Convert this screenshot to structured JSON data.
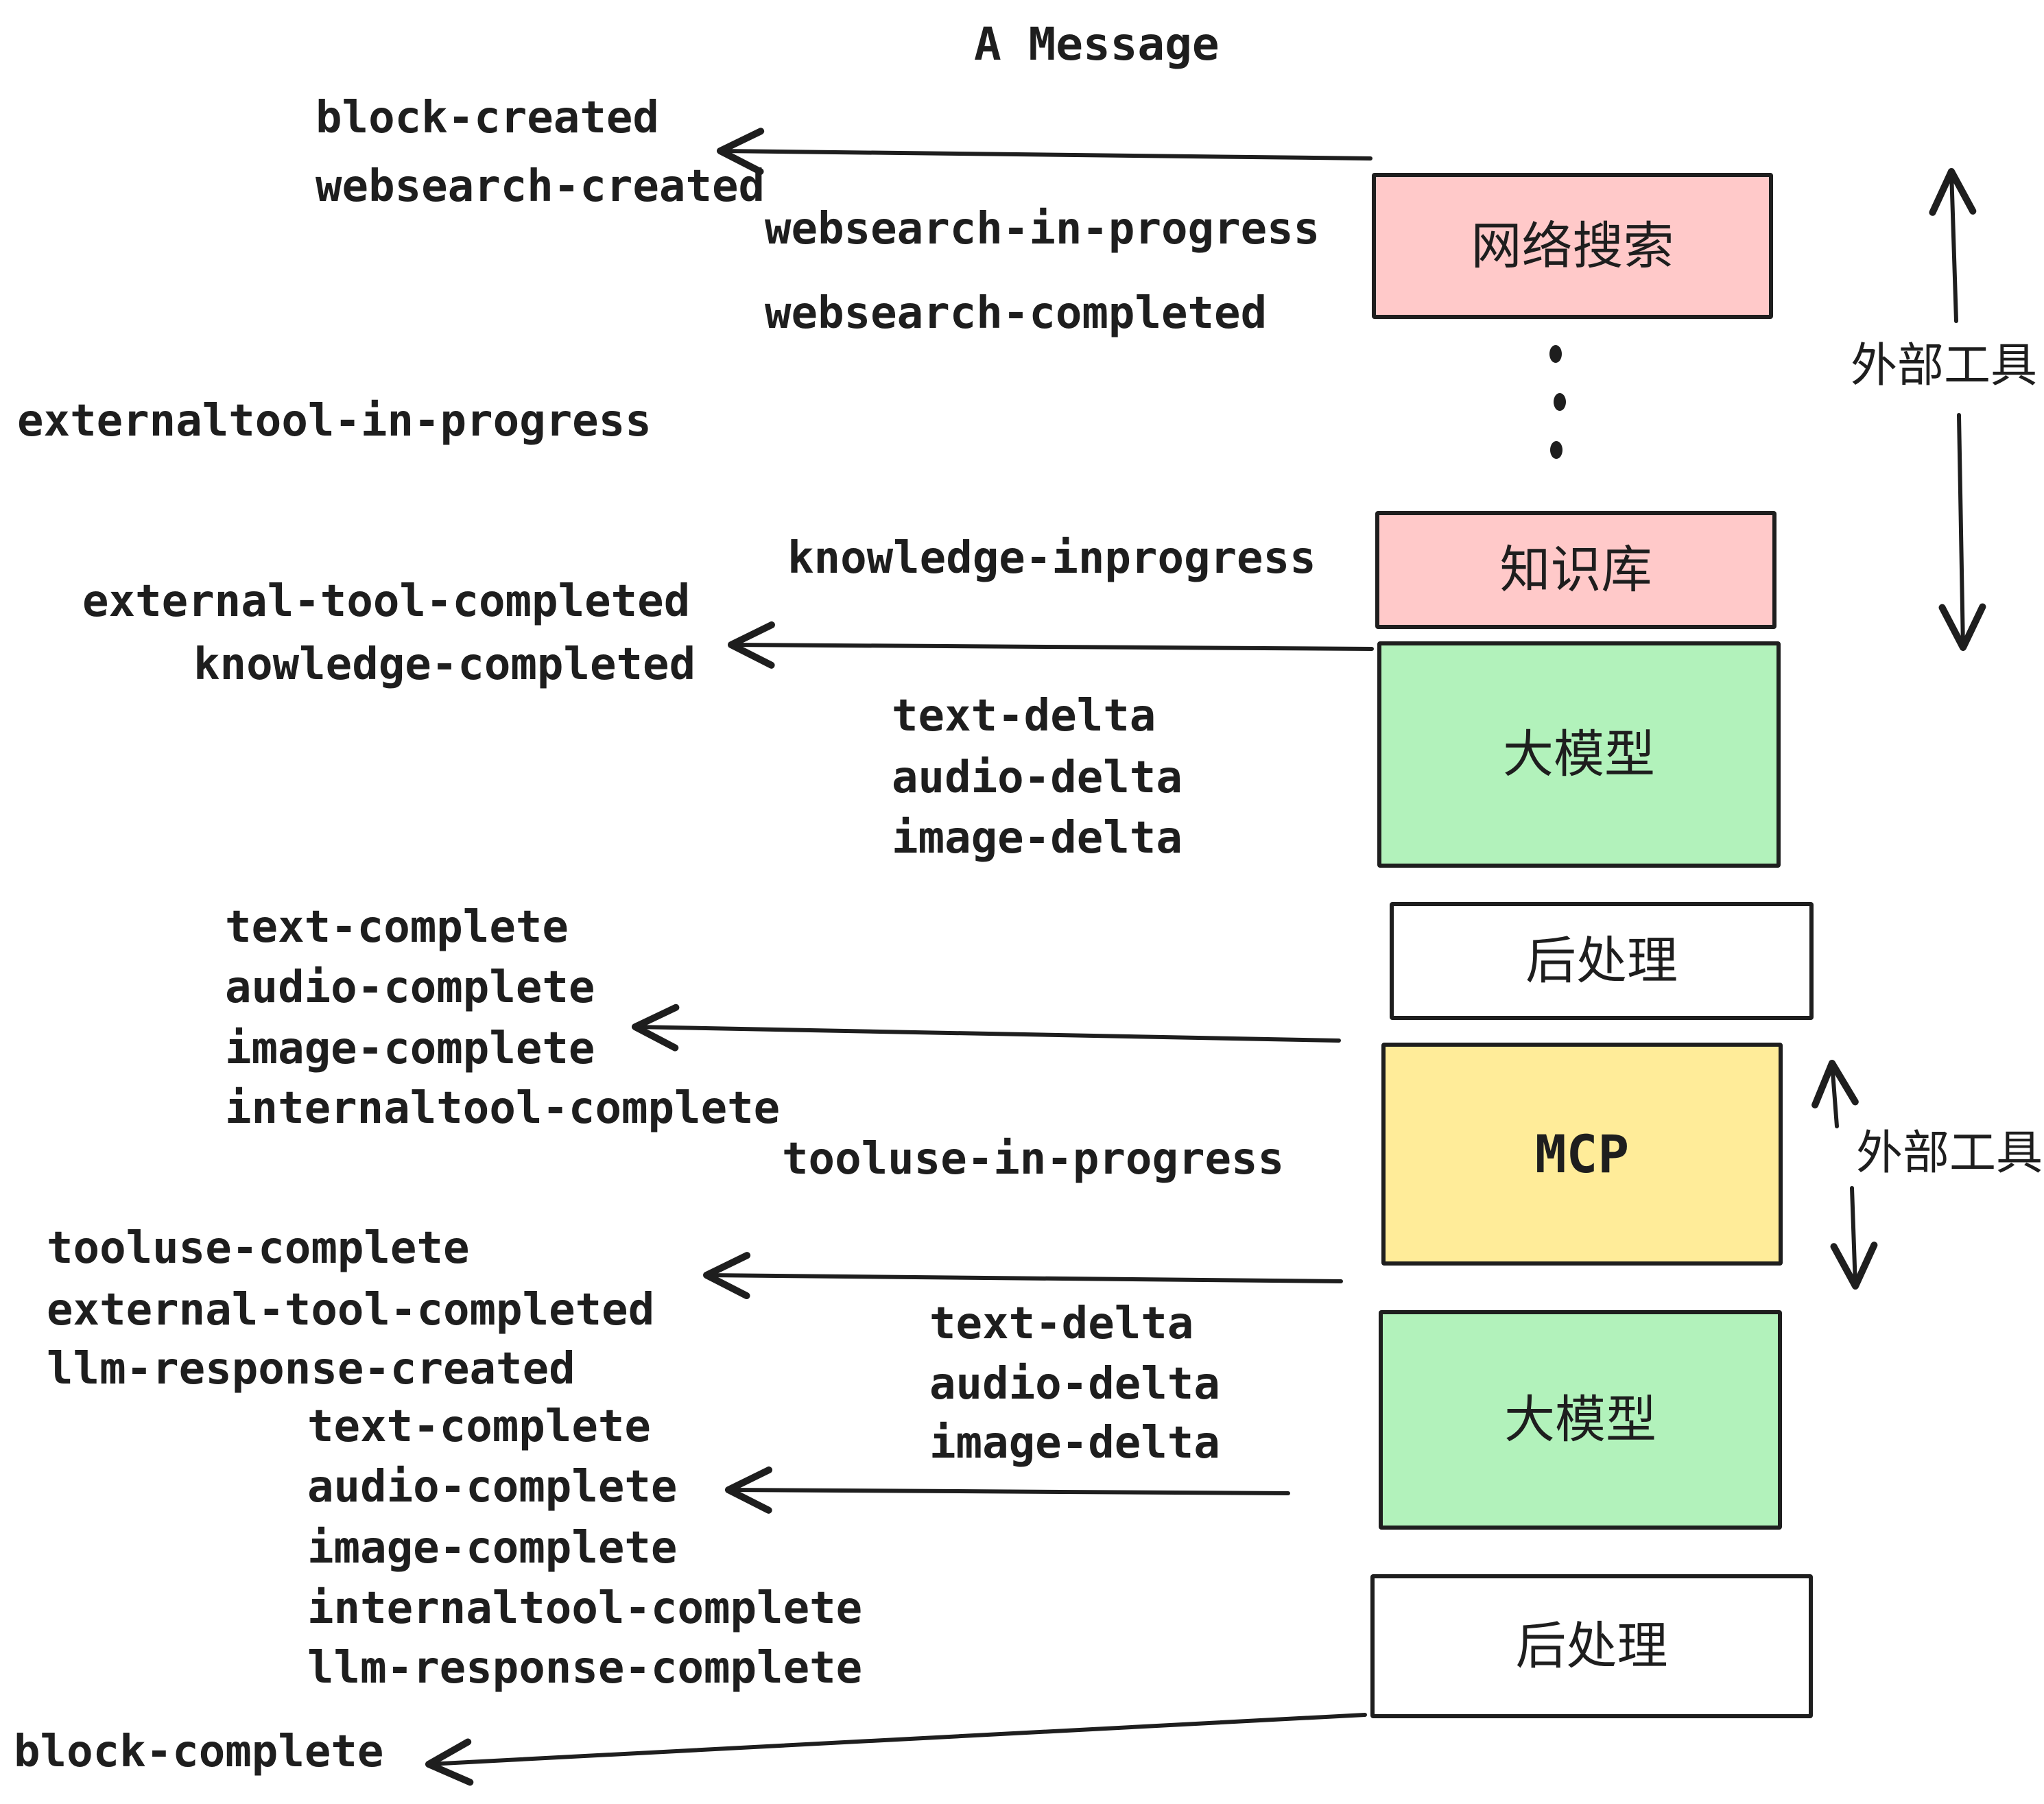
{
  "title": "A Message",
  "colors": {
    "pink": "#ffc9c9",
    "green": "#b2f2bb",
    "yellow": "#ffec99",
    "white": "#ffffff",
    "stroke": "#1e1e1e"
  },
  "boxes": {
    "websearch": {
      "label": "网络搜索"
    },
    "knowledge": {
      "label": "知识库"
    },
    "llm1": {
      "label": "大模型"
    },
    "post1": {
      "label": "后处理"
    },
    "mcp": {
      "label": "MCP"
    },
    "llm2": {
      "label": "大模型"
    },
    "post2": {
      "label": "后处理"
    }
  },
  "annotations": {
    "external_tools_top": "外部工具",
    "external_tools_bottom": "外部工具"
  },
  "events": {
    "block_created": "block-created",
    "websearch_created": "websearch-created",
    "websearch_in_progress": "websearch-in-progress",
    "websearch_completed": "websearch-completed",
    "externaltool_in_progress": "externaltool-in-progress",
    "knowledge_inprogress": "knowledge-inprogress",
    "external_tool_completed": "external-tool-completed",
    "knowledge_completed": "knowledge-completed",
    "text_delta": "text-delta",
    "audio_delta": "audio-delta",
    "image_delta": "image-delta",
    "text_complete": "text-complete",
    "audio_complete": "audio-complete",
    "image_complete": "image-complete",
    "internaltool_complete": "internaltool-complete",
    "tooluse_in_progress": "tooluse-in-progress",
    "tooluse_complete": "tooluse-complete",
    "external_tool_completed_2": "external-tool-completed",
    "llm_response_created": "llm-response-created",
    "text_complete_2": "text-complete",
    "text_delta_2": "text-delta",
    "audio_delta_2": "audio-delta",
    "image_delta_2": "image-delta",
    "audio_complete_2": "audio-complete",
    "image_complete_2": "image-complete",
    "internaltool_complete_2": "internaltool-complete",
    "llm_response_complete": "llm-response-complete",
    "block_complete": "block-complete"
  }
}
